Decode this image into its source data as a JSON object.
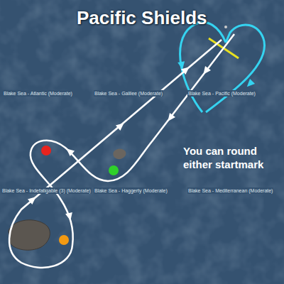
{
  "diagram": {
    "title": "Pacific Shields",
    "labels": [
      "Blake Sea - Atlantic (Moderate)",
      "Blake Sea - Galilee (Moderate)",
      "Blake Sea - Pacific (Moderate)",
      "You can round either startmark",
      "Blake Sea - Indefatigable (3) (Moderate)",
      "Blake Sea - Haggerty (Moderate)",
      "Blake Sea - Mediterranean (Moderate)"
    ]
  }
}
